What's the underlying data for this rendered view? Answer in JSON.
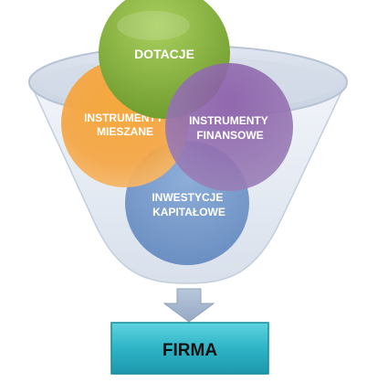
{
  "diagram": {
    "circles": [
      {
        "id": "dotacje",
        "lines": [
          "DOTACJE"
        ],
        "color": "#7FAE3A"
      },
      {
        "id": "instrumenty-mieszane",
        "lines": [
          "INSTRUMENTY",
          "MIESZANE"
        ],
        "color": "#F39A2A"
      },
      {
        "id": "instrumenty-finansowe",
        "lines": [
          "INSTRUMENTY",
          "FINANSOWE"
        ],
        "color": "#7A4F9C"
      },
      {
        "id": "inwestycje-kapitalowe",
        "lines": [
          "INWESTYCJE",
          "KAPITAŁOWE"
        ],
        "color": "#6F95CC"
      }
    ],
    "target": {
      "label": "FIRMA",
      "color": "#2FB8C8"
    },
    "funnel_color": "#C9D3E3",
    "arrow_color": "#9FB2CC"
  }
}
